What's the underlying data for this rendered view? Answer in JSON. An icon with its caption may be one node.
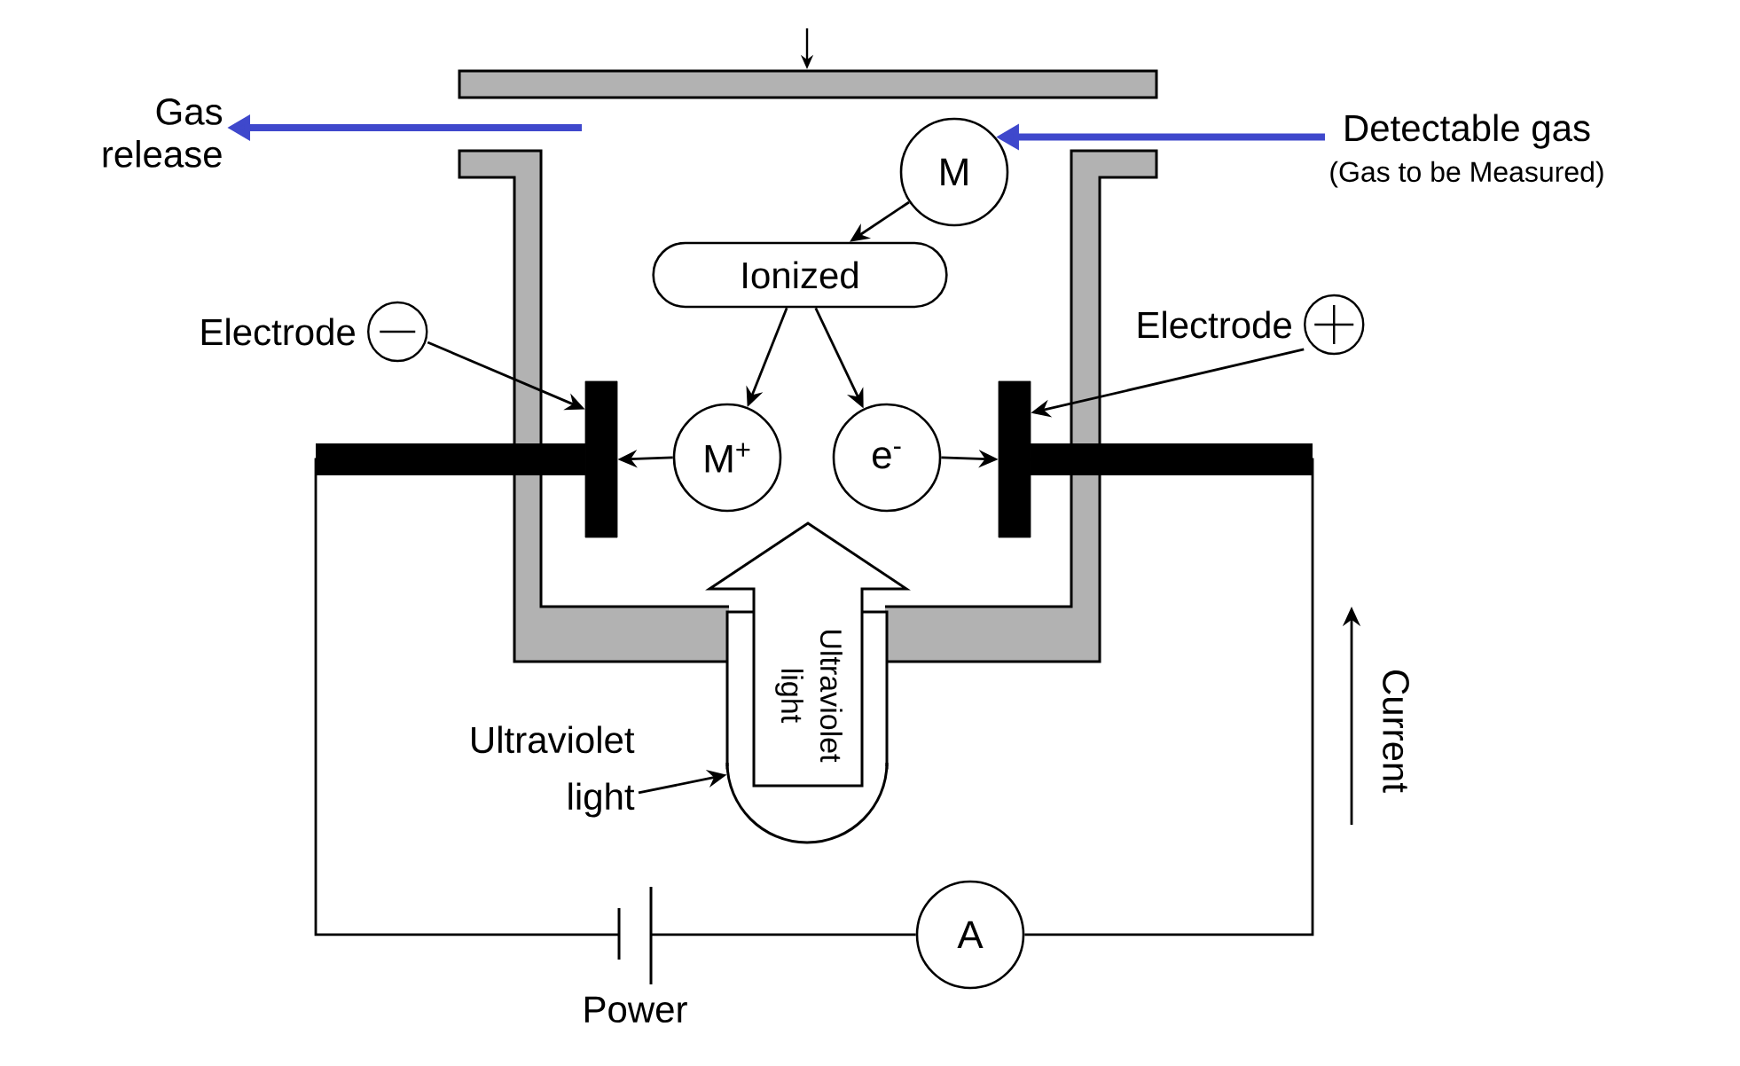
{
  "diagram": {
    "nodes": [
      {
        "text": [
          "Gas release"
        ]
      },
      {
        "text": [
          "Detectable gas",
          "(Gas to be Measured)"
        ]
      },
      {
        "text": [
          "M"
        ]
      },
      {
        "text": [
          "Ionized"
        ]
      },
      {
        "text": [
          "Electrode"
        ]
      },
      {
        "text": [
          "Electrode"
        ]
      },
      {
        "text": [],
        "shape": "bar"
      },
      {
        "text": [
          "M$^{+}$"
        ]
      },
      {
        "text": [
          "e$^{-}$"
        ]
      },
      {
        "text": [],
        "shape": "bar"
      },
      {
        "text": [
          "Ultraviolet light"
        ]
      },
      {
        "text": [
          "Ultraviolet light"
        ]
      },
      {
        "text": [],
        "shape": "lamp"
      },
      {
        "text": [],
        "shape": "battery",
        "beside": [
          "Power"
        ]
      },
      {
        "text": [
          "A"
        ]
      }
    ],
    "edges": [
      {
        "from": null,
        "to": 0,
        "arrow": "to",
        "style": "thick",
        "color": "#3f48cc"
      },
      {
        "from": 1,
        "to": 2,
        "arrow": "to",
        "style": "thick",
        "color": "#3f48cc"
      },
      {
        "from": 2,
        "to": 3,
        "arrow": "to"
      },
      {
        "from": 3,
        "to": 7,
        "arrow": "to"
      },
      {
        "from": 3,
        "to": 8,
        "arrow": "to"
      },
      {
        "from": 4,
        "to": 6,
        "arrow": "to"
      },
      {
        "from": 7,
        "to": 6,
        "arrow": "to"
      },
      {
        "from": 5,
        "to": 9,
        "arrow": "to"
      },
      {
        "from": 8,
        "to": 9,
        "arrow": "to"
      },
      {
        "from": 11,
        "to": 12,
        "arrow": "to"
      },
      {
        "from": 6,
        "to": 13,
        "arrow": "none"
      },
      {
        "from": 13,
        "to": 14,
        "arrow": "none"
      },
      {
        "from": 14,
        "to": 9,
        "arrow": "none"
      }
    ],
    "labels": [
      "Current"
    ]
  }
}
